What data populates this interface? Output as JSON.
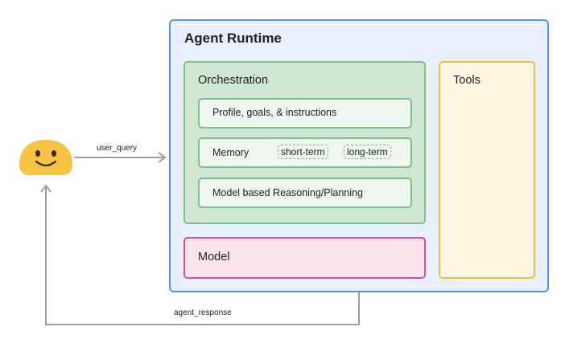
{
  "runtime": {
    "title": "Agent Runtime"
  },
  "orchestration": {
    "title": "Orchestration",
    "profile": "Profile, goals, & instructions",
    "memory": {
      "label": "Memory",
      "short_term": "short-term",
      "long_term": "long-term"
    },
    "reasoning": "Model based Reasoning/Planning"
  },
  "model": {
    "label": "Model"
  },
  "tools": {
    "label": "Tools"
  },
  "flows": {
    "user_query": "user_query",
    "agent_response": "agent_response"
  },
  "icons": {
    "user": "smiley-face-icon"
  },
  "colors": {
    "runtime_fill": "#e8f0fe",
    "runtime_border": "#5b8ff0",
    "orchestration_fill": "#cfe6d3",
    "orchestration_border": "#7cc08a",
    "model_fill": "#fce4ec",
    "model_border": "#d94f8f",
    "tools_fill": "#fef6e0",
    "tools_border": "#f2bd47",
    "face": "#f6c342",
    "arrow": "#9e9e9e"
  }
}
